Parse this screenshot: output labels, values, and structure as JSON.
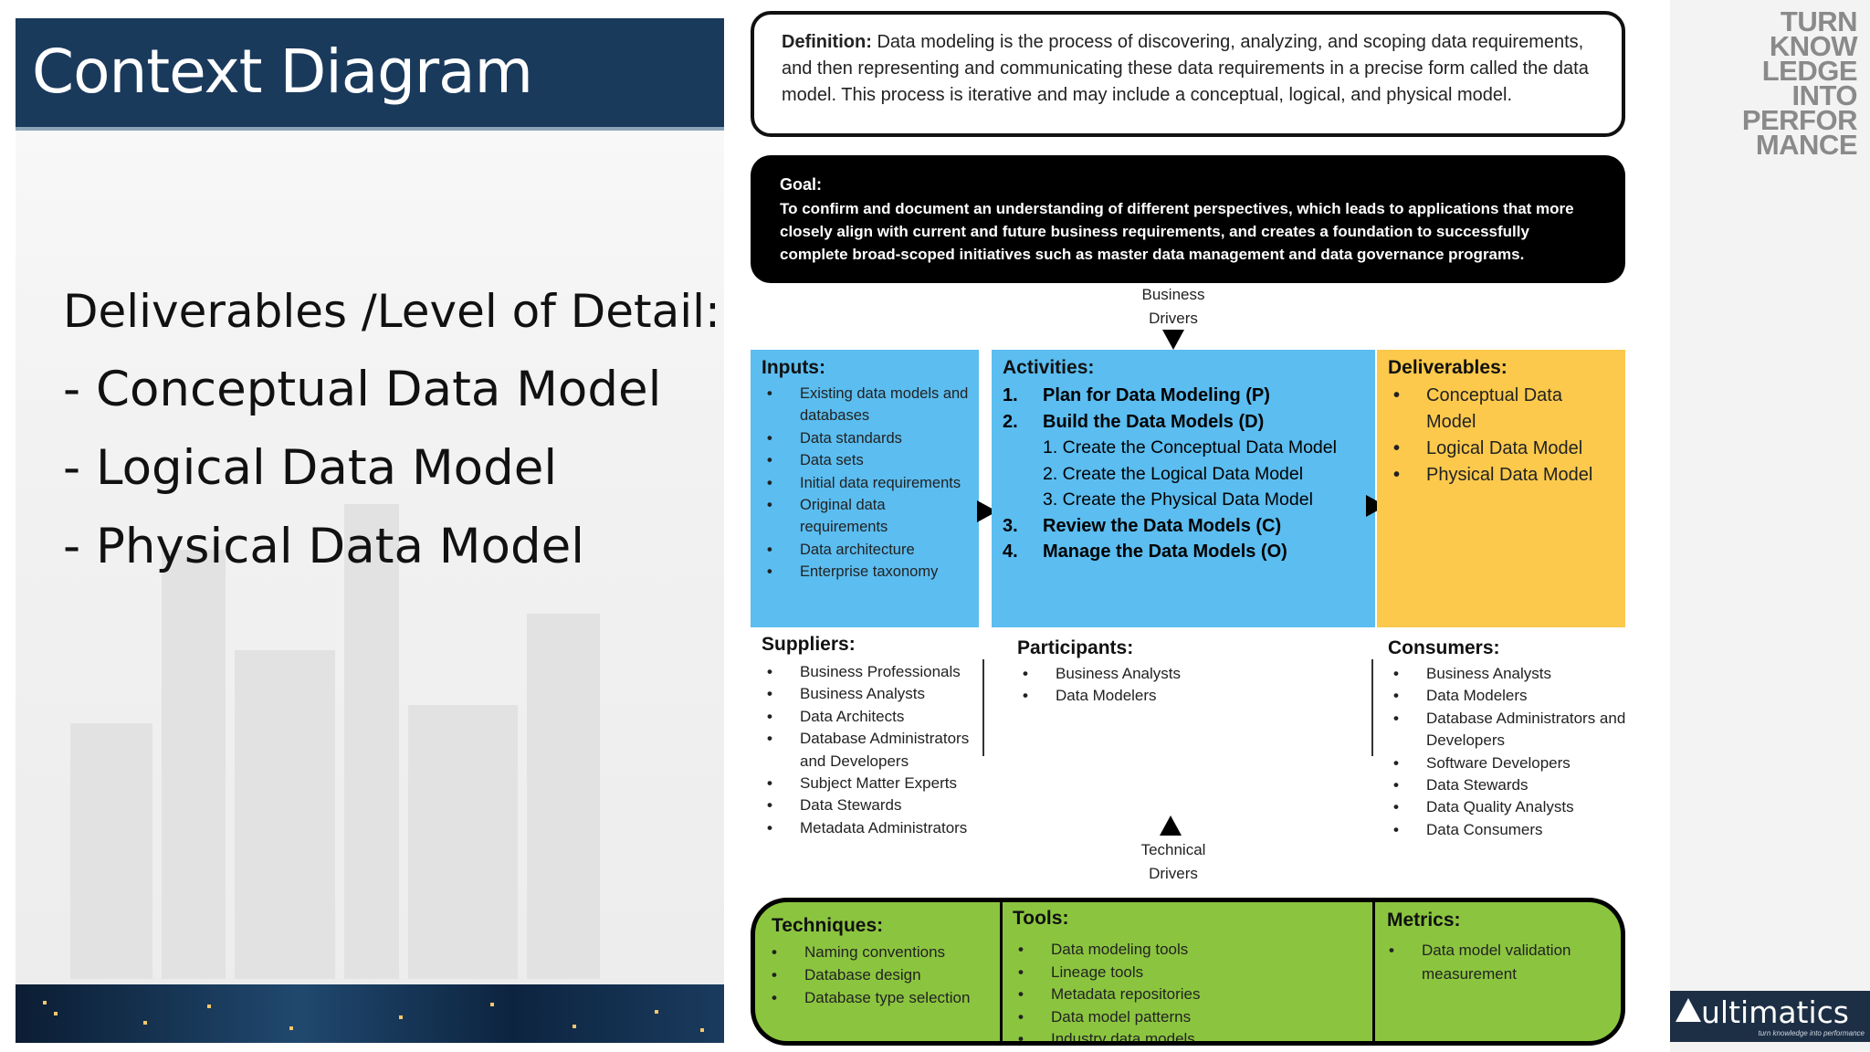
{
  "slide": {
    "title": "Context Diagram",
    "deliverables_heading": "Deliverables /Level of Detail:",
    "deliverables_items": [
      "- Conceptual Data Model",
      "- Logical Data Model",
      "- Physical Data Model"
    ]
  },
  "diagram": {
    "definition_label": "Definition:",
    "definition_text": "Data modeling is the process of discovering, analyzing, and scoping data requirements, and then representing and communicating these data requirements in a precise form called the data model. This process is iterative and may include a conceptual, logical, and physical model.",
    "goal_label": "Goal:",
    "goal_text": "To confirm and document an understanding of different perspectives, which leads to applications that more closely align with current and future business requirements, and creates a foundation to successfully complete broad-scoped initiatives such as master data management and data governance programs.",
    "business_drivers": "Business Drivers",
    "technical_drivers": "Technical Drivers",
    "inputs": {
      "heading": "Inputs:",
      "items": [
        "Existing data models and databases",
        "Data standards",
        "Data sets",
        "Initial data requirements",
        "Original data requirements",
        "Data architecture",
        "Enterprise taxonomy"
      ]
    },
    "activities": {
      "heading": "Activities:",
      "items": [
        {
          "num": "1.",
          "text": "Plan for Data Modeling (P)",
          "type": "main"
        },
        {
          "num": "2.",
          "text": "Build the Data Models (D)",
          "type": "main"
        },
        {
          "num": "",
          "text": "1. Create the Conceptual Data Model",
          "type": "sub"
        },
        {
          "num": "",
          "text": "2. Create the Logical Data Model",
          "type": "sub"
        },
        {
          "num": "",
          "text": "3. Create the Physical Data Model",
          "type": "sub"
        },
        {
          "num": "3.",
          "text": "Review the Data Models (C)",
          "type": "main"
        },
        {
          "num": "4.",
          "text": "Manage the Data Models (O)",
          "type": "main"
        }
      ]
    },
    "deliverables": {
      "heading": "Deliverables:",
      "items": [
        "Conceptual Data Model",
        "Logical Data Model",
        "Physical Data Model"
      ]
    },
    "suppliers": {
      "heading": "Suppliers:",
      "items": [
        "Business Professionals",
        "Business Analysts",
        "Data Architects",
        "Database Administrators and Developers",
        "Subject Matter Experts",
        "Data Stewards",
        "Metadata Administrators"
      ]
    },
    "participants": {
      "heading": "Participants:",
      "items": [
        "Business Analysts",
        "Data Modelers"
      ]
    },
    "consumers": {
      "heading": "Consumers:",
      "items": [
        "Business Analysts",
        "Data Modelers",
        "Database Administrators and Developers",
        "Software Developers",
        "Data Stewards",
        "Data Quality Analysts",
        "Data Consumers"
      ]
    },
    "techniques": {
      "heading": "Techniques:",
      "items": [
        "Naming conventions",
        "Database design",
        "Database type selection"
      ]
    },
    "tools": {
      "heading": "Tools:",
      "items": [
        "Data modeling tools",
        "Lineage tools",
        "Metadata repositories",
        "Data model patterns",
        "Industry data models"
      ]
    },
    "metrics": {
      "heading": "Metrics:",
      "items": [
        "Data model validation measurement"
      ]
    }
  },
  "branding": {
    "slogan_lines": [
      "TURN",
      "KNOW",
      "LEDGE",
      "INTO",
      "PERFOR",
      "MANCE"
    ],
    "logo_text": "ultimatics",
    "logo_tagline": "turn knowledge into performance"
  },
  "colors": {
    "title_bar": "#1a3a5c",
    "blue_boxes": "#5bbdf0",
    "deliverables_box": "#fcc94c",
    "bottom_box": "#8bc53f"
  }
}
